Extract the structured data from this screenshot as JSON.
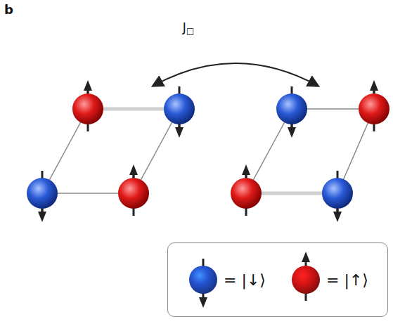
{
  "diagram": {
    "labels": [
      "b",
      "J□"
    ],
    "legend": [
      {
        "text": "= |↓⟩",
        "color": "#2452d0"
      },
      {
        "text": "= |↑⟩",
        "color": "#d41414"
      }
    ]
  }
}
